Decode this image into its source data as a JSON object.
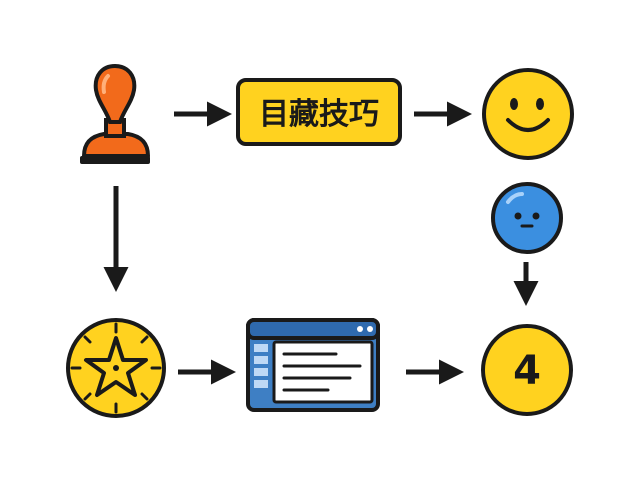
{
  "diagram": {
    "label_box": {
      "text": "目藏技巧",
      "fill": "#FFD21F"
    },
    "number_badge": {
      "text": "4",
      "fill": "#FFD21F"
    },
    "nodes": [
      {
        "id": "stamp",
        "icon": "rubber-stamp-icon"
      },
      {
        "id": "label-box",
        "icon": "label-box"
      },
      {
        "id": "smiley",
        "icon": "smiley-face-icon"
      },
      {
        "id": "blue-face",
        "icon": "blue-face-icon"
      },
      {
        "id": "compass",
        "icon": "star-compass-icon"
      },
      {
        "id": "window",
        "icon": "app-window-icon"
      },
      {
        "id": "number-badge",
        "icon": "number-badge"
      }
    ],
    "edges": [
      {
        "from": "stamp",
        "to": "label-box"
      },
      {
        "from": "label-box",
        "to": "smiley"
      },
      {
        "from": "stamp",
        "to": "compass"
      },
      {
        "from": "compass",
        "to": "window"
      },
      {
        "from": "window",
        "to": "number-badge"
      },
      {
        "from": "blue-face",
        "to": "number-badge"
      }
    ],
    "colors": {
      "yellow": "#FFD21F",
      "orange": "#F26A1B",
      "blue": "#3B8FE0",
      "window_blue": "#3E7FC4",
      "outline": "#1a1a1a"
    }
  }
}
